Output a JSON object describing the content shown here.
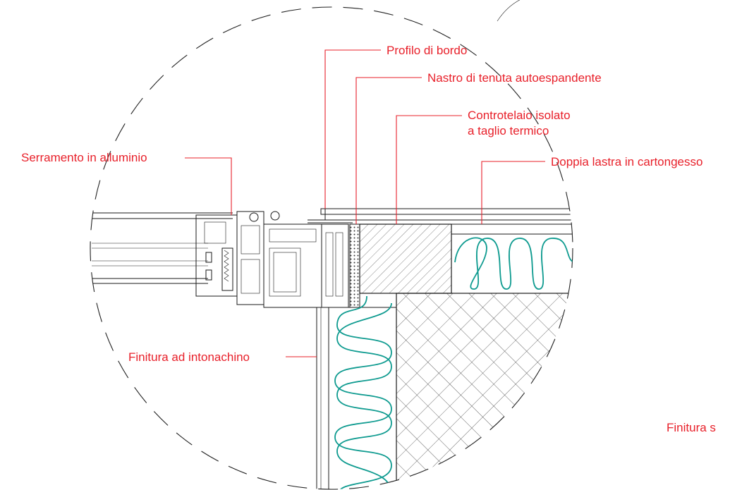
{
  "labels": {
    "profilo": "Profilo di bordo",
    "nastro": "Nastro di tenuta autoespandente",
    "controtelaio_1": "Controtelaio isolato",
    "controtelaio_2": "a taglio termico",
    "serramento": "Serramento in alluminio",
    "doppia_lastra": "Doppia lastra in cartongesso",
    "finitura_intonachino": "Finitura ad intonachino",
    "finitura_cut": "Finitura s"
  },
  "colors": {
    "label_red": "#e8202a",
    "insulation_teal": "#0f9b90",
    "line_black": "#1a1a1a"
  }
}
